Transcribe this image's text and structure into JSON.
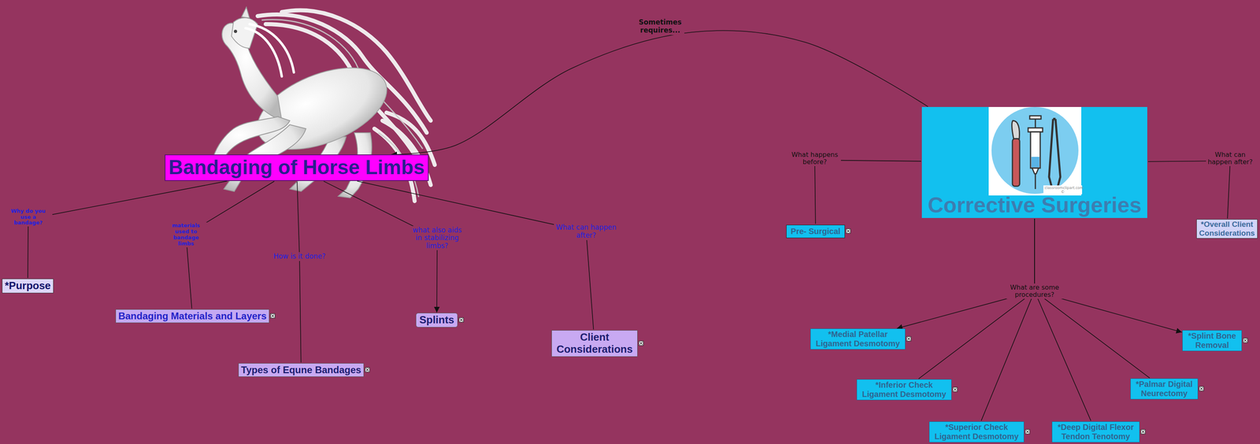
{
  "diagram": {
    "nodes": [
      {
        "text": [
          "Bandaging of Horse Limbs"
        ]
      },
      {
        "text": [
          "*Purpose"
        ]
      },
      {
        "text": [
          "Bandaging Materials and Layers"
        ]
      },
      {
        "text": [
          "Types of Equne Bandages"
        ]
      },
      {
        "text": [
          "Splints"
        ]
      },
      {
        "text": [
          "Client Considerations"
        ]
      },
      {
        "text": [
          "Corrective Surgeries"
        ]
      },
      {
        "text": [
          "Pre- Surgical"
        ]
      },
      {
        "text": [
          "*Overall Client Considerations"
        ]
      },
      {
        "text": [
          "*Medial Patellar Ligament Desmotomy"
        ]
      },
      {
        "text": [
          "*Inferior Check Ligament Desmotomy"
        ]
      },
      {
        "text": [
          "*Superior Check Ligament Desmotomy"
        ]
      },
      {
        "text": [
          "*Deep Digital Flexor Tendon Tenotomy"
        ]
      },
      {
        "text": [
          "*Palmar Digital Neurectomy"
        ]
      },
      {
        "text": [
          "*Splint Bone Removal"
        ]
      }
    ],
    "edges": [
      {
        "from": 0,
        "to": 1,
        "label": "Why do you use a bandage?",
        "arrow": "none"
      },
      {
        "from": 0,
        "to": 2,
        "label": "materials used to bandage limbs",
        "arrow": "none"
      },
      {
        "from": 0,
        "to": 3,
        "label": "How is it done?",
        "arrow": "none"
      },
      {
        "from": 0,
        "to": 4,
        "label": "what also aids in stabilizing limbs?",
        "arrow": "to"
      },
      {
        "from": 0,
        "to": 5,
        "label": "What can happen after?",
        "arrow": "none"
      },
      {
        "from": 6,
        "to": 0,
        "label": "Sometimes requires...",
        "arrow": "to"
      },
      {
        "from": 6,
        "to": 7,
        "label": "What happens before?",
        "arrow": "none"
      },
      {
        "from": 6,
        "to": 8,
        "label": "What can happen after?",
        "arrow": "none"
      },
      {
        "from": 6,
        "to": 9,
        "arrow": "to"
      },
      {
        "from": 6,
        "to": 10,
        "arrow": "none"
      },
      {
        "from": 6,
        "to": 11,
        "arrow": "none"
      },
      {
        "from": 6,
        "to": 12,
        "arrow": "none"
      },
      {
        "from": 6,
        "to": 13,
        "arrow": "none"
      },
      {
        "from": 6,
        "to": 14,
        "arrow": "to"
      }
    ],
    "labels": [
      "What are some procedures?",
      "classroomclipart.com ©"
    ]
  }
}
